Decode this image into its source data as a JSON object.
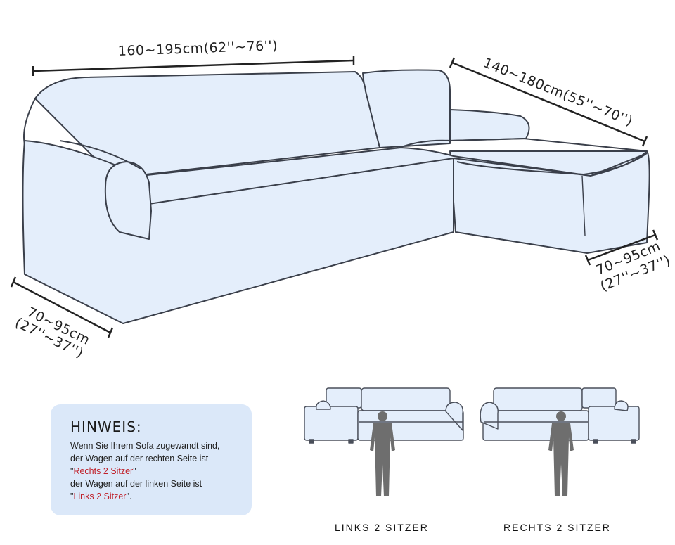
{
  "dimensions": {
    "length_main": "160~195cm(62''~76'')",
    "length_chaise": "140~180cm(55''~70'')",
    "depth_left_cm": "70~95cm",
    "depth_left_in": "(27''~37'')",
    "depth_right_cm": "70~95cm",
    "depth_right_in": "(27''~37'')"
  },
  "note": {
    "title": "HINWEIS:",
    "line1": "Wenn Sie Ihrem Sofa zugewandt sind,",
    "line2": "der Wagen auf der rechten Seite ist",
    "line3_quote_open": "\"",
    "line3_red": "Rechts 2 Sitzer",
    "line3_quote_close": "\"",
    "line4": "der Wagen auf der linken Seite ist",
    "line5_quote_open": "\"",
    "line5_red": "Links 2 Sitzer",
    "line5_quote_close": "\"."
  },
  "captions": {
    "left": "LINKS 2 SITZER",
    "right": "RECHTS 2 SITZER"
  },
  "colors": {
    "sofa_fill": "#e4eefb",
    "outline": "#3a3f4a",
    "note_bg": "#dbe8f9",
    "person": "#6e6e6e",
    "accent_red": "#c0202a"
  }
}
